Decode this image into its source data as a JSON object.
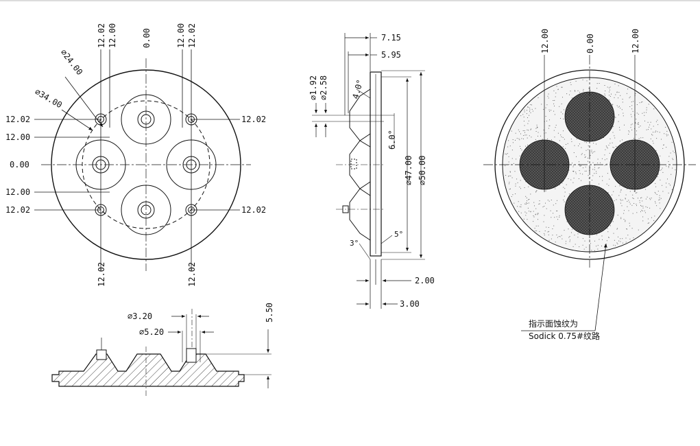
{
  "front_view": {
    "dims": {
      "top_12_02_a": "12.02",
      "top_12_00_a": "12.00",
      "top_0_00": "0.00",
      "top_12_00_b": "12.00",
      "top_12_02_b": "12.02",
      "bottom_12_02_a": "12.02",
      "bottom_12_02_b": "12.02",
      "left_12_02_top": "12.02",
      "left_12_00_top": "12.00",
      "left_0_00": "0.00",
      "left_12_00_bot": "12.00",
      "left_12_02_bot": "12.02",
      "right_12_02_top": "12.02",
      "right_12_02_bot": "12.02",
      "dia_24": "⌀24.00",
      "dia_34": "⌀34.00"
    }
  },
  "section_view": {
    "dims": {
      "d715": "7.15",
      "d595": "5.95",
      "d192": "⌀1.92",
      "d258": "⌀2.58",
      "a40": "4.0°",
      "a60": "6.0°",
      "d47": "⌀47.00",
      "d50": "⌀50.00",
      "a5": "5°",
      "a3": "3°",
      "d200": "2.00",
      "d300": "3.00"
    }
  },
  "bottom_view": {
    "dims": {
      "d320": "⌀3.20",
      "d520": "⌀5.20",
      "d550": "5.50"
    }
  },
  "texture_view": {
    "dims": {
      "t_left": "12.00",
      "t_mid": "0.00",
      "t_right": "12.00"
    },
    "note_line1": "指示面蚀纹为",
    "note_line2": "Sodick 0.75#纹路"
  },
  "colors": {
    "line": "#111111",
    "fill_dark": "#555555",
    "stipple": "#6a6a6a"
  }
}
